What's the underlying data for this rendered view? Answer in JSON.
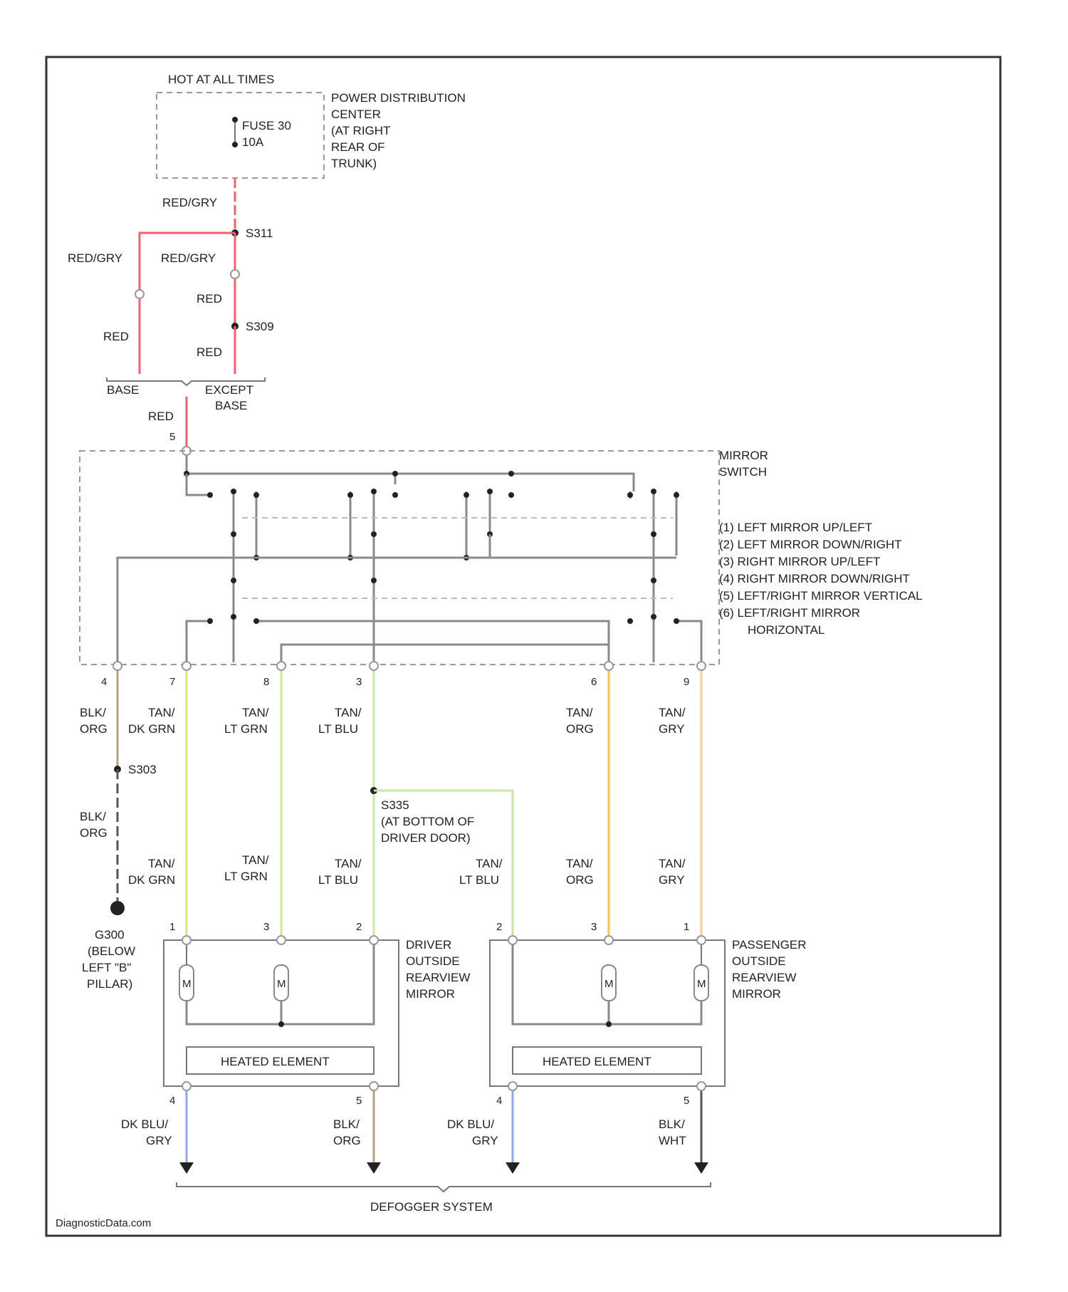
{
  "colors": {
    "red": "#f2606e",
    "green_yellow": "#d8e678",
    "lt_green": "#c6ec8c",
    "lt_blue": "#c8e6a8",
    "orange": "#f5c25a",
    "gray": "#f0d08a",
    "dk_blue": "#8fa8e8",
    "blk_org": "#b7a080",
    "blk_wht": "#555555"
  },
  "power": {
    "header": "HOT AT ALL TIMES",
    "pdc_lines": [
      "POWER DISTRIBUTION",
      "CENTER",
      "(AT RIGHT",
      "REAR OF",
      "TRUNK)"
    ],
    "fuse_lines": [
      "FUSE 30",
      "10A"
    ]
  },
  "wires_top": {
    "red_gry_1": "RED/GRY",
    "s_upper": "S311",
    "red_gry_left": "RED/GRY",
    "red_gry_mid": "RED/GRY",
    "red_1": "RED",
    "s_lower": "S309",
    "red_left": "RED",
    "red_2": "RED",
    "base": "BASE",
    "except_base": [
      "EXCEPT",
      "BASE"
    ],
    "red_switch": "RED",
    "pin_5": "5"
  },
  "switch": {
    "title": [
      "MIRROR",
      "SWITCH"
    ],
    "legend": [
      "(1) LEFT MIRROR UP/LEFT",
      "(2) LEFT MIRROR DOWN/RIGHT",
      "(3) RIGHT MIRROR UP/LEFT",
      "(4) RIGHT MIRROR DOWN/RIGHT",
      "(5) LEFT/RIGHT MIRROR VERTICAL",
      "(6) LEFT/RIGHT MIRROR",
      "HORIZONTAL"
    ],
    "pins": [
      "4",
      "7",
      "8",
      "3",
      "6",
      "9"
    ]
  },
  "wires_mid": {
    "blk_org": [
      "BLK/",
      "ORG"
    ],
    "tan_dk_grn": [
      "TAN/",
      "DK GRN"
    ],
    "tan_lt_grn": [
      "TAN/",
      "LT GRN"
    ],
    "tan_lt_blu": [
      "TAN/",
      "LT BLU"
    ],
    "tan_org": [
      "TAN/",
      "ORG"
    ],
    "tan_gry": [
      "TAN/",
      "GRY"
    ],
    "s_splice_left": "S303",
    "splice_door": [
      "S335",
      "(AT BOTTOM OF",
      "DRIVER DOOR)"
    ],
    "blk_org_2": [
      "BLK/",
      "ORG"
    ],
    "tan_dk_grn_2": [
      "TAN/",
      "DK GRN"
    ],
    "tan_lt_grn_2": [
      "TAN/",
      "LT GRN"
    ],
    "tan_lt_blu_2": [
      "TAN/",
      "LT BLU"
    ],
    "tan_lt_blu_3": [
      "TAN/",
      "LT BLU"
    ],
    "tan_org_2": [
      "TAN/",
      "ORG"
    ],
    "tan_gry_2": [
      "TAN/",
      "GRY"
    ],
    "ground_label": [
      "G300",
      "(BELOW",
      "LEFT \"B\"",
      "PILLAR)"
    ]
  },
  "mirrors": {
    "driver": [
      "DRIVER",
      "OUTSIDE",
      "REARVIEW",
      "MIRROR"
    ],
    "passenger": [
      "PASSENGER",
      "OUTSIDE",
      "REARVIEW",
      "MIRROR"
    ],
    "heated": "HEATED ELEMENT",
    "motor": "M",
    "driver_pins_top": [
      "1",
      "3",
      "2"
    ],
    "passenger_pins_top": [
      "2",
      "3",
      "1"
    ],
    "driver_pins_bottom": [
      "4",
      "5"
    ],
    "passenger_pins_bottom": [
      "4",
      "5"
    ]
  },
  "wires_bottom": {
    "dk_blu_gry": [
      "DK BLU/",
      "GRY"
    ],
    "blk_org": [
      "BLK/",
      "ORG"
    ],
    "dk_blu_gry_2": [
      "DK BLU/",
      "GRY"
    ],
    "blk_wht": [
      "BLK/",
      "WHT"
    ],
    "system": "DEFOGGER SYSTEM"
  },
  "footer": {
    "credit": "DiagnosticData.com"
  }
}
